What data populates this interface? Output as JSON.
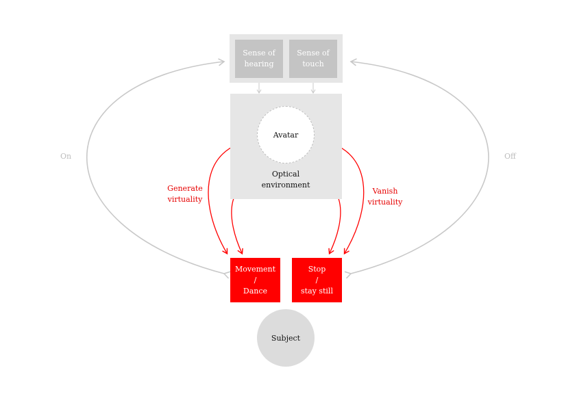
{
  "senses": {
    "hearing_label": "Sense of hearing",
    "touch_label": "Sense of touch"
  },
  "avatar_label": "Avatar",
  "optical_label": "Optical environment",
  "movement_label": "Movement\n/\nDance",
  "stop_label": "Stop\n/\nstay still",
  "subject_label": "Subject",
  "on_label": "On",
  "off_label": "Off",
  "generate_label": "Generate virtuality",
  "vanish_label": "Vanish virtuality",
  "colors": {
    "accent_red": "#ff0000",
    "grey_arrow": "#c8c8c8",
    "panel_grey": "#e6e6e6",
    "sense_grey": "#c4c4c4"
  }
}
